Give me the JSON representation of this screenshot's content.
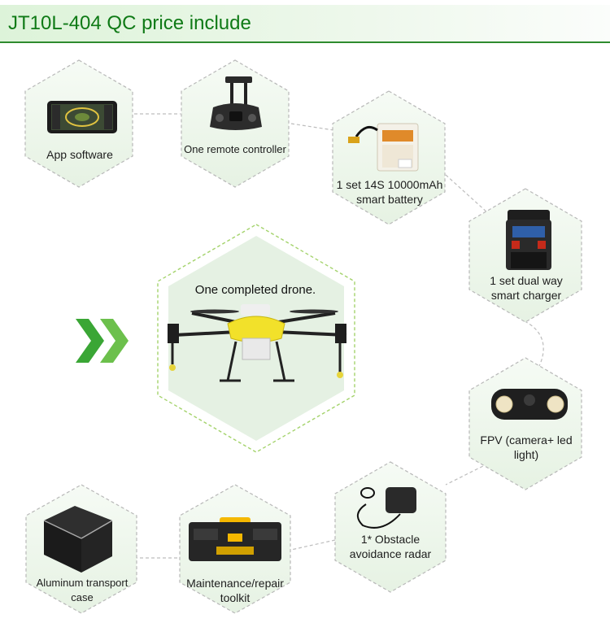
{
  "title": "JT10L-404 QC price include",
  "center_label": "One completed drone.",
  "items": [
    {
      "label": "App software"
    },
    {
      "label": "One remote controller"
    },
    {
      "label": "1 set 14S 10000mAh smart battery"
    },
    {
      "label": "1 set dual way smart charger"
    },
    {
      "label": "FPV (camera+ led light)"
    },
    {
      "label": "1* Obstacle avoidance radar"
    },
    {
      "label": "Maintenance/repair toolkit"
    },
    {
      "label": "Aluminum transport case"
    }
  ],
  "colors": {
    "brand": "#0f7a16",
    "accent": "#5bbf3b",
    "panel": "#eaf4e7",
    "drone_body": "#f2e12a"
  },
  "icons": [
    "chevron-right-icon",
    "chevron-right-icon"
  ]
}
